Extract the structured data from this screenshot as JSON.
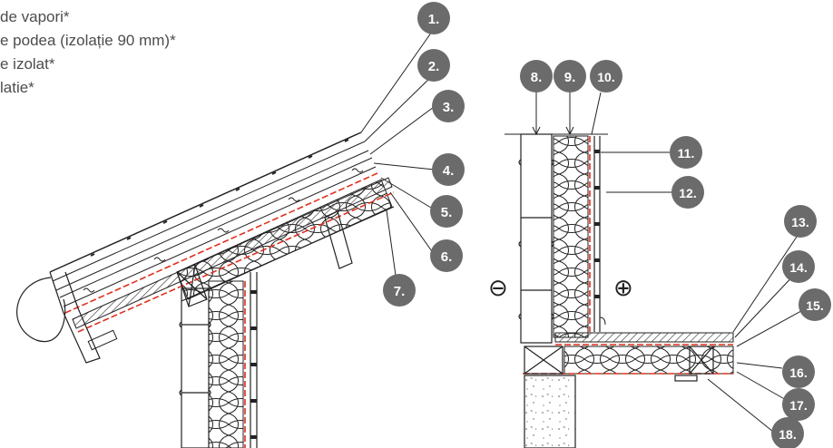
{
  "legend": [
    "de vapori*",
    "e podea (izolație 90 mm)*",
    "e izolat*",
    "latie*"
  ],
  "badges": [
    "1.",
    "2.",
    "3.",
    "4.",
    "5.",
    "6.",
    "7.",
    "8.",
    "9.",
    "10.",
    "11.",
    "12.",
    "13.",
    "14.",
    "15.",
    "16.",
    "17.",
    "18."
  ],
  "symbols": {
    "outside": "⊖",
    "inside": "⊕"
  },
  "colors": {
    "badge": "#6b6b6b",
    "membrane": "#e0301e",
    "line": "#222222"
  }
}
